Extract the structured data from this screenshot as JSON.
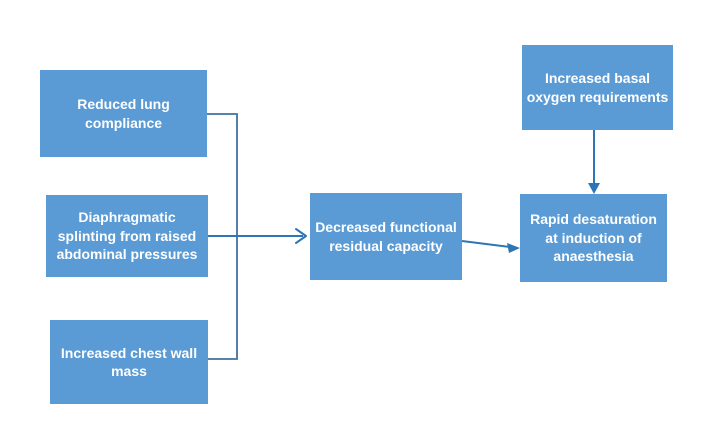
{
  "diagram": {
    "type": "flowchart",
    "boxes": [
      {
        "id": "reduced-lung-compliance",
        "label": "Reduced lung compliance"
      },
      {
        "id": "diaphragmatic-splinting",
        "label": "Diaphragmatic splinting from raised abdominal pressures"
      },
      {
        "id": "increased-chest-wall-mass",
        "label": "Increased chest wall mass"
      },
      {
        "id": "decreased-frc",
        "label": "Decreased functional residual capacity"
      },
      {
        "id": "increased-basal-oxygen",
        "label": "Increased basal oxygen requirements"
      },
      {
        "id": "rapid-desaturation",
        "label": "Rapid desaturation at induction of anaesthesia"
      }
    ],
    "edges": [
      {
        "from": "reduced-lung-compliance",
        "to": "decreased-frc",
        "style": "elbow-no-head"
      },
      {
        "from": "diaphragmatic-splinting",
        "to": "decreased-frc",
        "style": "straight-open-arrow"
      },
      {
        "from": "increased-chest-wall-mass",
        "to": "decreased-frc",
        "style": "elbow-no-head"
      },
      {
        "from": "decreased-frc",
        "to": "rapid-desaturation",
        "style": "straight-filled-arrow"
      },
      {
        "from": "increased-basal-oxygen",
        "to": "rapid-desaturation",
        "style": "straight-filled-arrow"
      }
    ],
    "colors": {
      "node_fill": "#5B9BD5",
      "node_text": "#FFFFFF",
      "connector": "#41719C",
      "arrow": "#2E75B6",
      "background": "#FFFFFF"
    }
  }
}
